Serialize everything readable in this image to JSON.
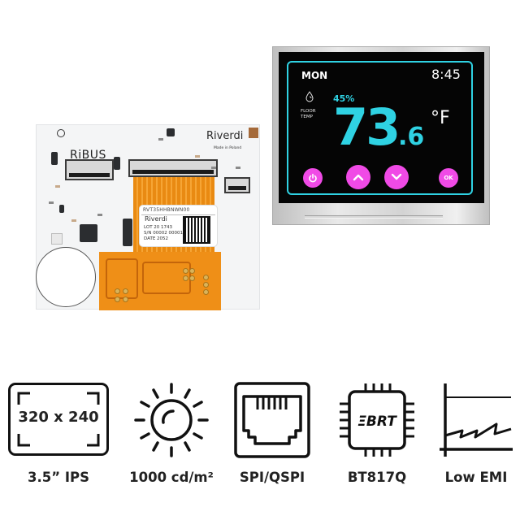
{
  "pcb": {
    "silkscreen_logo": "RiBUS",
    "brand_logo": "Riverdi",
    "made_in": "Made in Poland",
    "sticker": {
      "part_number": "RVT35HHBNWN00",
      "brand": "Riverdi",
      "lot": "LOT 20 1743",
      "serial": "S/N 00002 00001",
      "date": "DATE 2052"
    }
  },
  "display": {
    "day": "MON",
    "time": "8:45",
    "humidity": "45%",
    "floor_label_line1": "FLOOR",
    "floor_label_line2": "TEMP",
    "temperature_integer": "73",
    "temperature_decimal": ".6",
    "temperature_unit": "°F",
    "buttons": [
      {
        "name": "power",
        "icon": "power-icon",
        "label": "⏻"
      },
      {
        "name": "up",
        "icon": "chevron-up-icon",
        "label": "^"
      },
      {
        "name": "down",
        "icon": "chevron-down-icon",
        "label": "v"
      },
      {
        "name": "ok",
        "icon": "ok",
        "label": "OK"
      }
    ],
    "colors": {
      "accent_cyan": "#2fd2e3",
      "button_magenta": "#f04ae6",
      "screen_bg": "#050505"
    }
  },
  "features": [
    {
      "icon": "resolution-frame-icon",
      "icon_text": "320 x 240",
      "label": "3.5” IPS"
    },
    {
      "icon": "sun-brightness-icon",
      "label": "1000 cd/m²"
    },
    {
      "icon": "ethernet-port-icon",
      "label": "SPI/QSPI"
    },
    {
      "icon": "bridgetek-chip-icon",
      "icon_text": "BRT",
      "label": "BT817Q"
    },
    {
      "icon": "emi-graph-icon",
      "label": "Low EMI"
    }
  ]
}
